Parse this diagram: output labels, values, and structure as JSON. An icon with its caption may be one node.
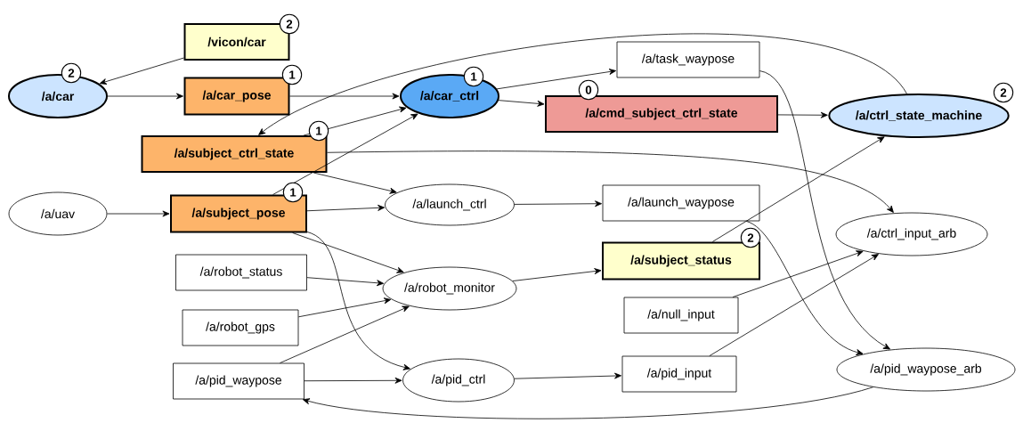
{
  "diagram": {
    "nodes": [
      {
        "text": [
          "/vicon/car"
        ],
        "beside": [
          "2"
        ]
      },
      {
        "text": [
          "/a/car"
        ],
        "beside": [
          "2"
        ]
      },
      {
        "text": [
          "/a/car_pose"
        ],
        "beside": [
          "1"
        ]
      },
      {
        "text": [
          "/a/car_ctrl"
        ],
        "beside": [
          "1"
        ]
      },
      {
        "text": [
          "/a/task_waypose"
        ]
      },
      {
        "text": [
          "/a/cmd_subject_ctrl_state"
        ],
        "beside": [
          "0"
        ]
      },
      {
        "text": [
          "/a/ctrl_state_machine"
        ],
        "beside": [
          "2"
        ]
      },
      {
        "text": [
          "/a/subject_ctrl_state"
        ],
        "beside": [
          "1"
        ]
      },
      {
        "text": [
          "/a/uav"
        ]
      },
      {
        "text": [
          "/a/subject_pose"
        ],
        "beside": [
          "1"
        ]
      },
      {
        "text": [
          "/a/launch_ctrl"
        ]
      },
      {
        "text": [
          "/a/launch_waypose"
        ]
      },
      {
        "text": [
          "/a/ctrl_input_arb"
        ]
      },
      {
        "text": [
          "/a/robot_status"
        ]
      },
      {
        "text": [
          "/a/robot_monitor"
        ]
      },
      {
        "text": [
          "/a/subject_status"
        ],
        "beside": [
          "2"
        ]
      },
      {
        "text": [
          "/a/null_input"
        ]
      },
      {
        "text": [
          "/a/robot_gps"
        ]
      },
      {
        "text": [
          "/a/pid_waypose"
        ]
      },
      {
        "text": [
          "/a/pid_ctrl"
        ]
      },
      {
        "text": [
          "/a/pid_input"
        ]
      },
      {
        "text": [
          "/a/pid_waypose_arb"
        ]
      }
    ],
    "edges": [
      {
        "from": 0,
        "to": 1,
        "arrow": "to"
      },
      {
        "from": 1,
        "to": 2,
        "arrow": "to"
      },
      {
        "from": 2,
        "to": 3,
        "arrow": "to"
      },
      {
        "from": 3,
        "to": 4,
        "arrow": "to"
      },
      {
        "from": 3,
        "to": 5,
        "arrow": "to"
      },
      {
        "from": 5,
        "to": 6,
        "arrow": "to"
      },
      {
        "from": 6,
        "to": 7,
        "arrow": "to"
      },
      {
        "from": 7,
        "to": 3,
        "arrow": "to"
      },
      {
        "from": 7,
        "to": 10,
        "arrow": "to"
      },
      {
        "from": 7,
        "to": 12,
        "arrow": "to"
      },
      {
        "from": 8,
        "to": 9,
        "arrow": "to"
      },
      {
        "from": 9,
        "to": 3,
        "arrow": "to"
      },
      {
        "from": 9,
        "to": 10,
        "arrow": "to"
      },
      {
        "from": 9,
        "to": 14,
        "arrow": "to"
      },
      {
        "from": 9,
        "to": 19,
        "arrow": "to"
      },
      {
        "from": 10,
        "to": 11,
        "arrow": "to"
      },
      {
        "from": 4,
        "to": 21,
        "arrow": "to"
      },
      {
        "from": 11,
        "to": 21,
        "arrow": "to"
      },
      {
        "from": 13,
        "to": 14,
        "arrow": "to"
      },
      {
        "from": 17,
        "to": 14,
        "arrow": "to"
      },
      {
        "from": 18,
        "to": 14,
        "arrow": "to"
      },
      {
        "from": 18,
        "to": 19,
        "arrow": "to"
      },
      {
        "from": 14,
        "to": 15,
        "arrow": "to"
      },
      {
        "from": 15,
        "to": 6,
        "arrow": "to"
      },
      {
        "from": 16,
        "to": 12,
        "arrow": "to"
      },
      {
        "from": 19,
        "to": 20,
        "arrow": "to"
      },
      {
        "from": 20,
        "to": 12,
        "arrow": "to"
      },
      {
        "from": 21,
        "to": 18,
        "arrow": "to"
      }
    ]
  }
}
